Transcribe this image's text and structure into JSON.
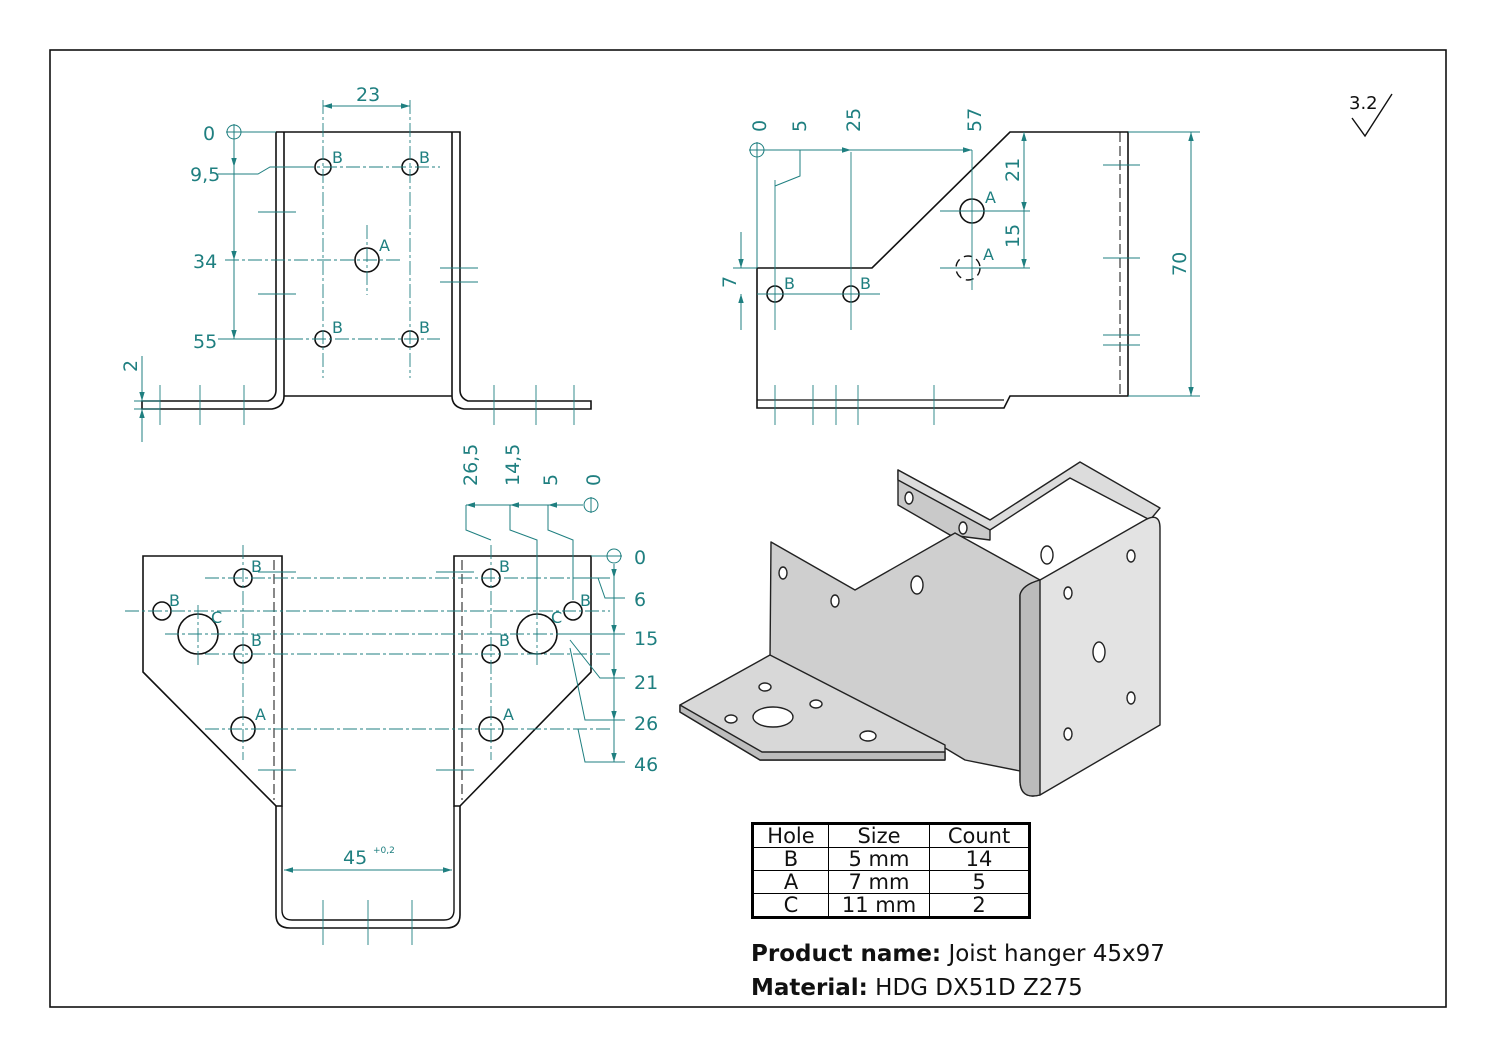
{
  "surface_roughness": "3.2",
  "colors": {
    "outline": "#111111",
    "dimension": "#1f7f80",
    "metal": "#d4d4d4"
  },
  "top_view": {
    "vertical_dims": [
      "0",
      "9,5",
      "34",
      "55"
    ],
    "horizontal_dim": "23",
    "thickness_dim": "2",
    "hole_labels": [
      "B",
      "B",
      "A",
      "B",
      "B"
    ]
  },
  "side_view": {
    "horizontal_dims": [
      "0",
      "5",
      "25",
      "57"
    ],
    "vertical_dims": [
      "21",
      "15",
      "7",
      "70"
    ],
    "hole_labels": [
      "A",
      "A",
      "B",
      "B"
    ]
  },
  "front_view": {
    "horizontal_dims": [
      "26,5",
      "14,5",
      "5",
      "0"
    ],
    "vertical_dims": [
      "0",
      "6",
      "15",
      "21",
      "26",
      "46"
    ],
    "width_dim": "45",
    "width_tolerance": "+0,2",
    "hole_labels": [
      "B",
      "B",
      "C",
      "B",
      "A",
      "B",
      "B",
      "C",
      "B",
      "A"
    ]
  },
  "hole_table": {
    "headers": [
      "Hole",
      "Size",
      "Count"
    ],
    "rows": [
      [
        "B",
        "5 mm",
        "14"
      ],
      [
        "A",
        "7 mm",
        "5"
      ],
      [
        "C",
        "11 mm",
        "2"
      ]
    ]
  },
  "product": {
    "name_label": "Product name:",
    "name_value": "Joist hanger 45x97"
  },
  "material": {
    "label": "Material:",
    "value": "HDG DX51D Z275"
  }
}
